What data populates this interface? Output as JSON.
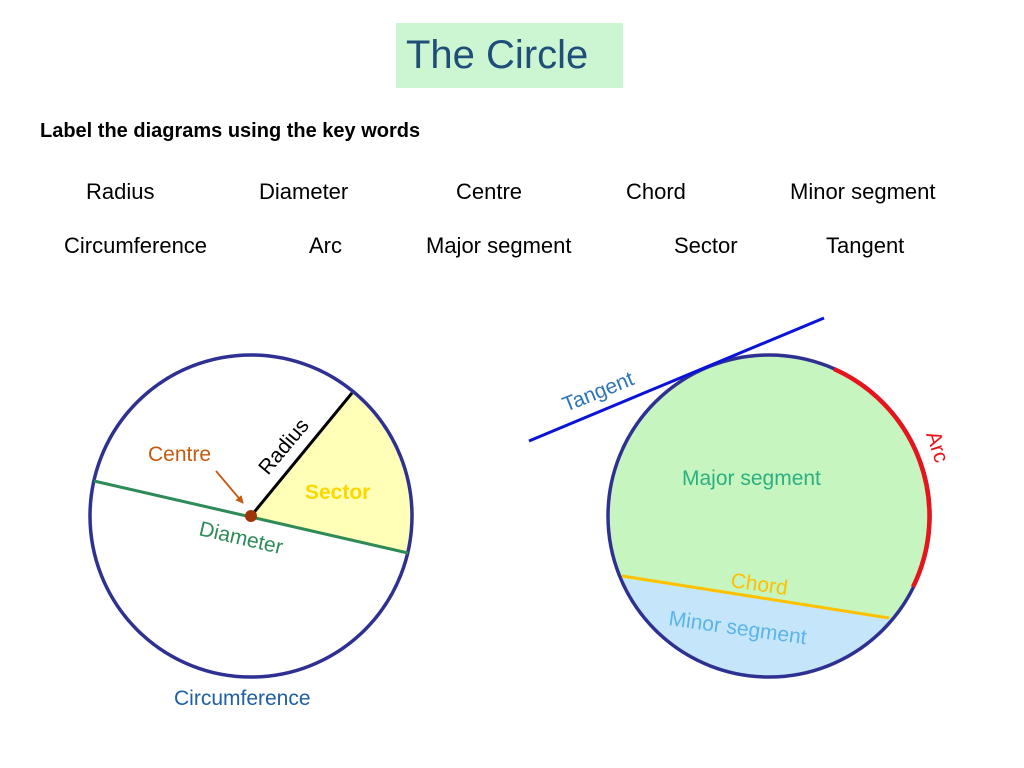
{
  "title": "The Circle",
  "instruction": "Label the diagrams using the key words",
  "key_words": {
    "row1": [
      "Radius",
      "Diameter",
      "Centre",
      "Chord",
      "Minor segment"
    ],
    "row2": [
      "Circumference",
      "Arc",
      "Major segment",
      "Sector",
      "Tangent"
    ]
  },
  "left_diagram": {
    "centre": "Centre",
    "radius": "Radius",
    "sector": "Sector",
    "diameter": "Diameter",
    "circumference": "Circumference"
  },
  "right_diagram": {
    "tangent": "Tangent",
    "arc": "Arc",
    "major_segment": "Major segment",
    "chord": "Chord",
    "minor_segment": "Minor segment"
  },
  "colors": {
    "title_bg": "#ccf5d2",
    "title_text": "#1f4e79",
    "circle_outline": "#2e3192",
    "centre_label": "#c55a11",
    "sector_fill": "#ffffb8",
    "sector_label": "#ffd700",
    "diameter": "#2e8b57",
    "circumference_label": "#1f5fa5",
    "tangent": "#0a14d9",
    "tangent_label": "#2e75b6",
    "arc": "#e8141b",
    "major_segment_fill": "#c6f5c0",
    "major_segment_label": "#2bb07f",
    "chord": "#ffc000",
    "chord_label": "#ffc000",
    "minor_segment_fill": "#c5e6fa",
    "minor_segment_label": "#5bb4e8"
  }
}
